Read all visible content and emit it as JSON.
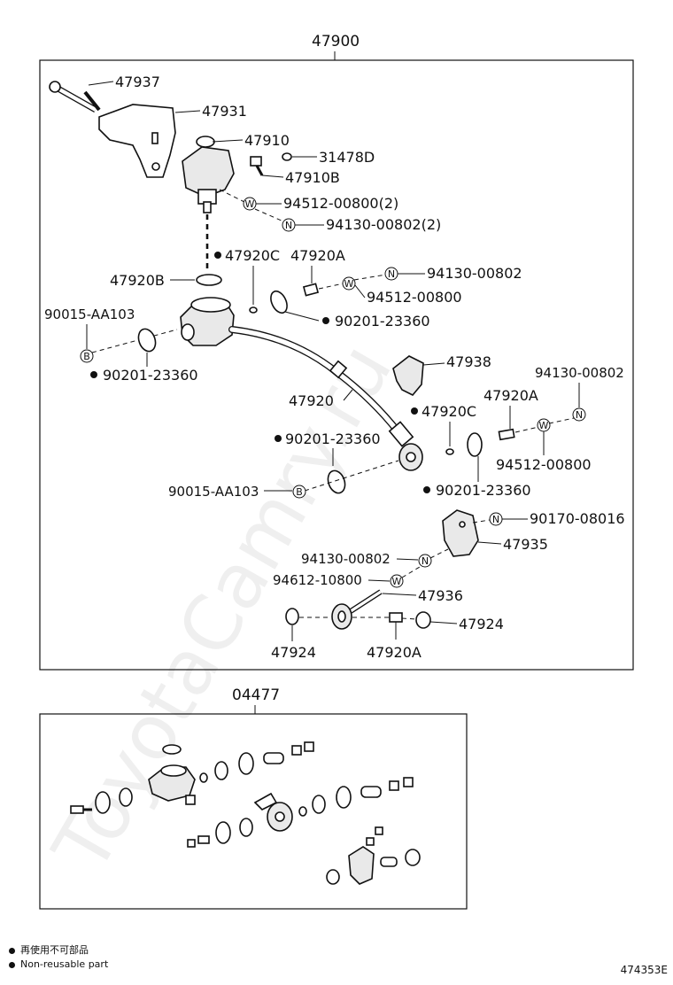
{
  "assembly": {
    "main_number": "47900",
    "kit_number": "04477"
  },
  "labels": {
    "p47937": "47937",
    "p47931": "47931",
    "p47910": "47910",
    "p31478D": "31478D",
    "p47910B": "47910B",
    "w1": "94512-00800(2)",
    "n1": "94130-00802(2)",
    "p47920C_a": "47920C",
    "p47920A_a": "47920A",
    "p47920B": "47920B",
    "n2": "94130-00802",
    "w2": "94512-00800",
    "p90015_a": "90015-AA103",
    "g1": "90201-23360",
    "g2": "90201-23360",
    "p47938": "47938",
    "n3": "94130-00802",
    "p47920": "47920",
    "p47920A_b": "47920A",
    "p47920C_b": "47920C",
    "g3": "90201-23360",
    "w3": "94512-00800",
    "p90015_b": "90015-AA103",
    "g4": "90201-23360",
    "n4": "90170-08016",
    "p47935": "47935",
    "n5": "94130-00802",
    "w4": "94612-10800",
    "p47936": "47936",
    "p47924_a": "47924",
    "p47924_b": "47924",
    "p47920A_c": "47920A"
  },
  "symbols": {
    "washer": "W",
    "nut": "N",
    "bolt": "B"
  },
  "watermark": "ToyotaCamry.ru",
  "legend": {
    "jp": "再使用不可部品",
    "en": "Non-reusable part"
  },
  "reference": "474353E"
}
